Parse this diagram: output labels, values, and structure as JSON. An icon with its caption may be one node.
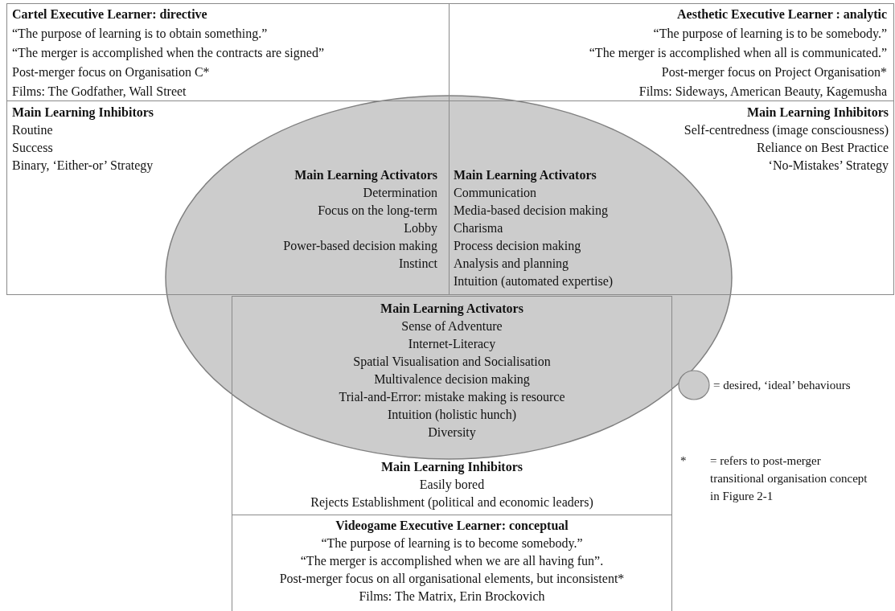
{
  "diagram": {
    "nodes": [
      {
        "text": [
          "Cartel Executive Learner: directive",
          "“The purpose of learning is to obtain something.”",
          "“The merger is accomplished when the contracts are signed”",
          "Post-merger focus on Organisation C*",
          "Films: The Godfather, Wall Street"
        ]
      },
      {
        "text": [
          "Main Learning Inhibitors",
          "Routine",
          "Success",
          "Binary, ‘Either-or’ Strategy",
          "Main Learning Activators",
          "Determination",
          "Focus on the long-term",
          "Lobby",
          "Power-based decision making",
          "Instinct"
        ]
      },
      {
        "text": [
          "Aesthetic Executive Learner : analytic",
          "“The purpose of learning is to be somebody.”",
          "“The merger is accomplished when all is communicated.”",
          "Post-merger focus on Project Organisation*",
          "Films: Sideways, American Beauty, Kagemusha"
        ]
      },
      {
        "text": [
          "Main Learning Inhibitors",
          "Self-centredness (image consciousness)",
          "Reliance on Best Practice",
          "‘No-Mistakes’ Strategy",
          "Main Learning Activators",
          "Communication",
          "Media-based decision making",
          "Charisma",
          "Process decision making",
          "Analysis and planning",
          "Intuition (automated expertise)"
        ]
      },
      {
        "text": [
          "Main Learning Activators",
          "Sense of Adventure",
          "Internet-Literacy",
          "Spatial Visualisation and Socialisation",
          "Multivalence decision making",
          "Trial-and-Error: mistake making is resource",
          "Intuition (holistic hunch)",
          "Diversity",
          "Main Learning Inhibitors",
          "Easily bored",
          "Rejects Establishment (political and economic leaders)"
        ]
      },
      {
        "text": [
          "Videogame Executive Learner: conceptual",
          "“The purpose of learning is to become somebody.”",
          "“The merger is accomplished when we are all having fun”.",
          "Post-merger focus on all organisational elements, but inconsistent*",
          "Films: The Matrix, Erin Brockovich"
        ]
      }
    ],
    "labels": [
      "*",
      "= refers to post-merger transitional organisation concept in Figure 2-1"
    ],
    "legend": [
      {
        "text": "= desired, ‘ideal’ behaviours",
        "color": "#cccccc"
      }
    ]
  }
}
